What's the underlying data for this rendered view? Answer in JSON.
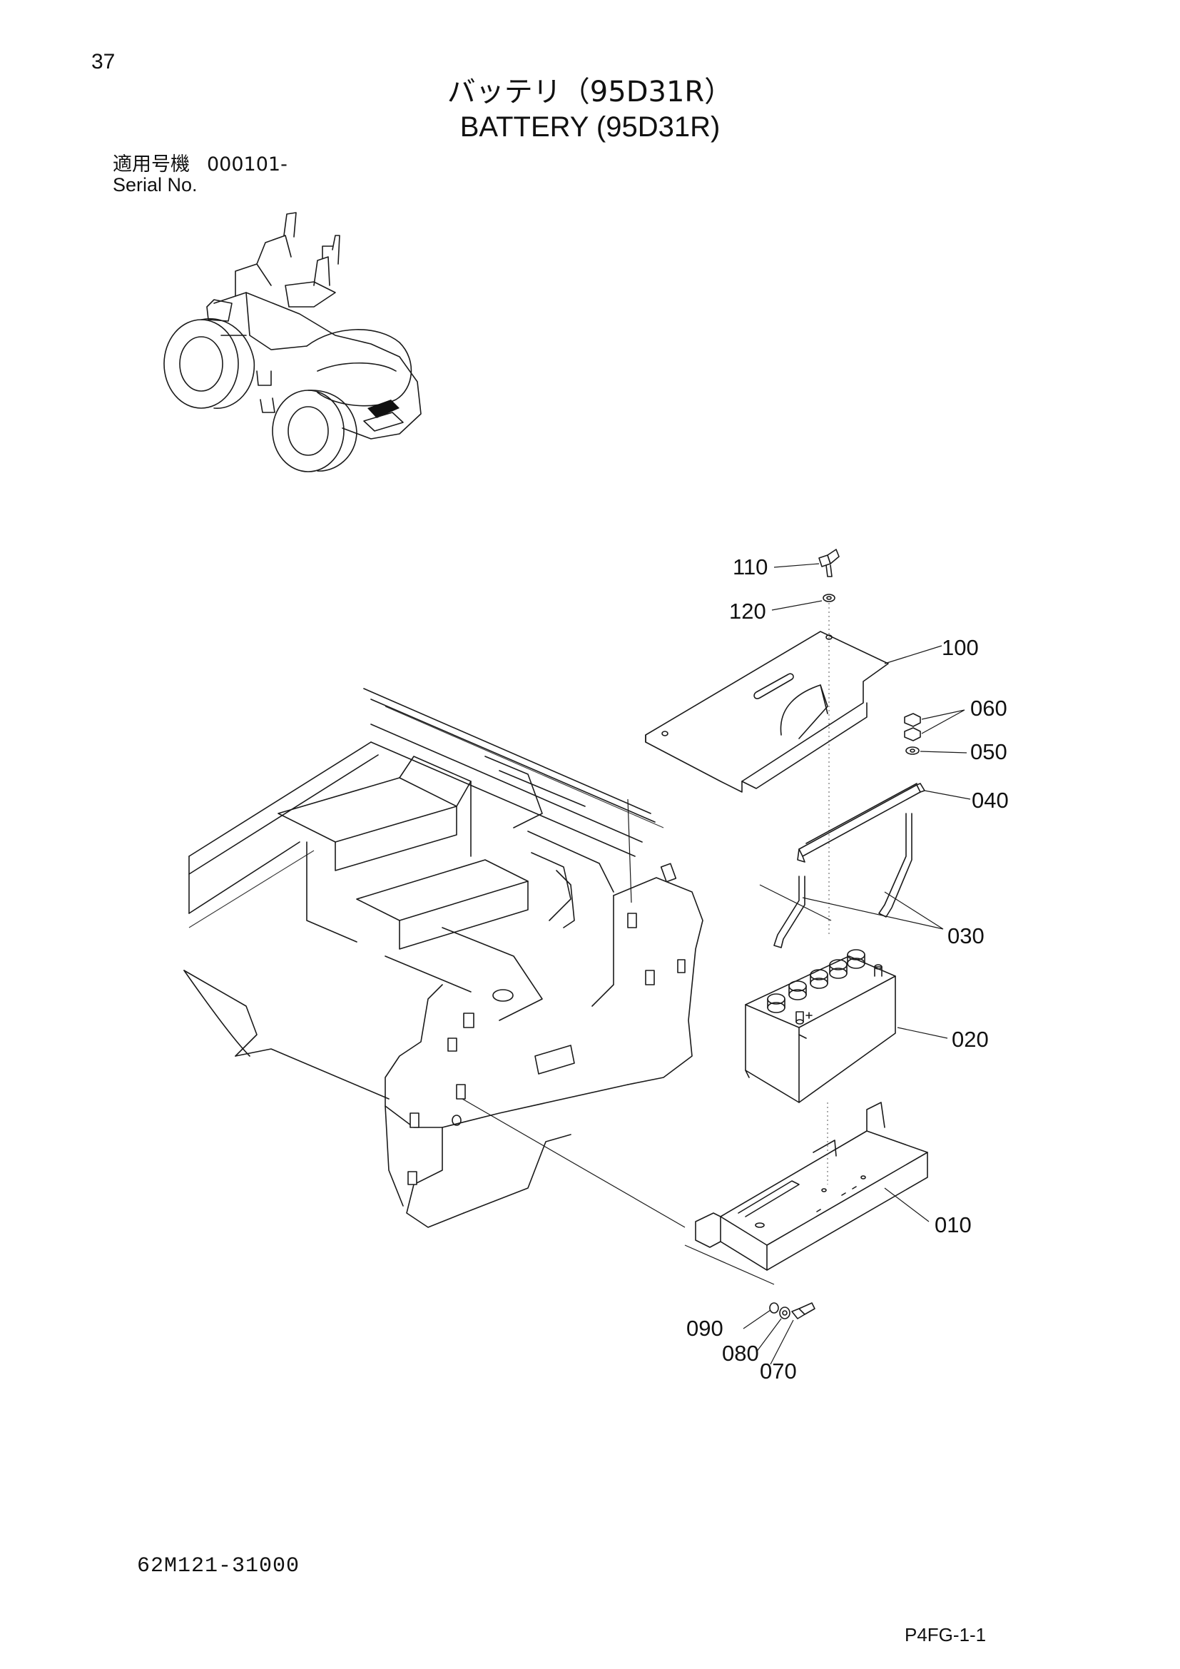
{
  "page": {
    "number": "37",
    "title_jp": "バッテリ（95D31R）",
    "title_en": "BATTERY (95D31R)",
    "serial_label_jp": "適用号機",
    "serial_value": "000101-",
    "serial_label_en": "Serial No.",
    "drawing_code": "62M121-31000",
    "sheet_code": "P4FG-1-1"
  },
  "callouts": {
    "p110": "110",
    "p120": "120",
    "p100": "100",
    "p060": "060",
    "p050": "050",
    "p040": "040",
    "p030": "030",
    "p020": "020",
    "p010": "010",
    "p090": "090",
    "p080": "080",
    "p070": "070"
  }
}
